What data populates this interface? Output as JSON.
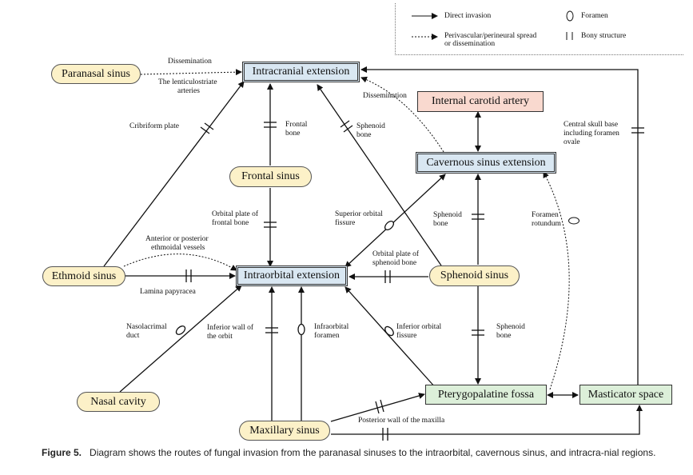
{
  "legend": {
    "direct": "Direct invasion",
    "perivascular": "Perivascular/perineural spread",
    "perivascular2": "or dissemination",
    "foramen": "Foramen",
    "bony": "Bony structure"
  },
  "nodes": {
    "paranasal": "Paranasal sinus",
    "intracranial": "Intracranial extension",
    "ica": "Internal carotid artery",
    "cavernous": "Cavernous sinus extension",
    "frontal": "Frontal sinus",
    "ethmoid": "Ethmoid sinus",
    "intraorbital": "Intraorbital extension",
    "sphenoid": "Sphenoid sinus",
    "nasal": "Nasal cavity",
    "maxillary": "Maxillary sinus",
    "ptery": "Pterygopalatine fossa",
    "masticator": "Masticator space"
  },
  "labels": {
    "dissem1": "Dissemination",
    "lenticulo1": "The lenticulostriate",
    "lenticulo2": "arteries",
    "dissem2": "Dissemination",
    "cribriform": "Cribriform plate",
    "frontalbone1": "Frontal",
    "frontalbone2": "bone",
    "sphenoidbone1": "Sphenoid",
    "sphenoidbone2": "bone",
    "central1": "Central skull base",
    "central2": "including foramen",
    "central3": "ovale",
    "orbplate1": "Orbital plate of",
    "orbplate2": "frontal bone",
    "supOrb1": "Superior orbital",
    "supOrb2": "fissure",
    "sphBoneMid1": "Sphenoid",
    "sphBoneMid2": "bone",
    "rotundum1": "Foramen",
    "rotundum2": "rotundum",
    "antpost1": "Anterior or posterior",
    "antpost2": "ethmoidal vessels",
    "orbsph1": "Orbital plate of",
    "orbsph2": "sphenoid bone",
    "lamina": "Lamina papyracea",
    "naso1": "Nasolacrimal",
    "naso2": "duct",
    "infwall1": "Inferior wall of",
    "infwall2": "the orbit",
    "infraorb1": "Infraorbital",
    "infraorb2": "foramen",
    "infOrbFiss1": "Inferior orbital",
    "infOrbFiss2": "fissure",
    "sphBoneLow1": "Sphenoid",
    "sphBoneLow2": "bone",
    "postwall": "Posterior wall of the maxilla"
  },
  "caption": {
    "figure": "Figure 5.",
    "text": "Diagram shows the routes of fungal invasion from the paranasal sinuses to the intraorbital, cavernous sinus, and intracra-nial regions."
  }
}
